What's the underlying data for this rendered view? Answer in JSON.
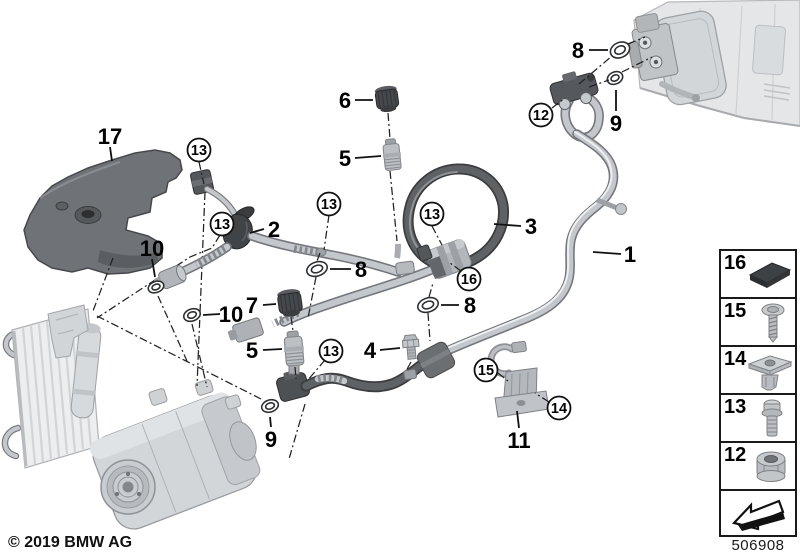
{
  "footer": {
    "copyright": "© 2019 BMW AG",
    "diagram_number": "506908"
  },
  "callouts": {
    "n1": "1",
    "n2": "2",
    "n3": "3",
    "n4": "4",
    "n5": "5",
    "n6": "6",
    "n7": "7",
    "n8": "8",
    "n9": "9",
    "n10": "10",
    "n11": "11",
    "n12": "12",
    "n13": "13",
    "n14": "14",
    "n15": "15",
    "n16": "16",
    "n17": "17"
  },
  "legend": {
    "items": [
      {
        "label": "16",
        "icon": "foam-pad-icon"
      },
      {
        "label": "15",
        "icon": "body-screw-icon"
      },
      {
        "label": "14",
        "icon": "clip-nut-icon"
      },
      {
        "label": "13",
        "icon": "hex-bolt-icon"
      },
      {
        "label": "12",
        "icon": "flange-nut-icon"
      }
    ],
    "arrow_icon": "direction-arrow-icon"
  }
}
